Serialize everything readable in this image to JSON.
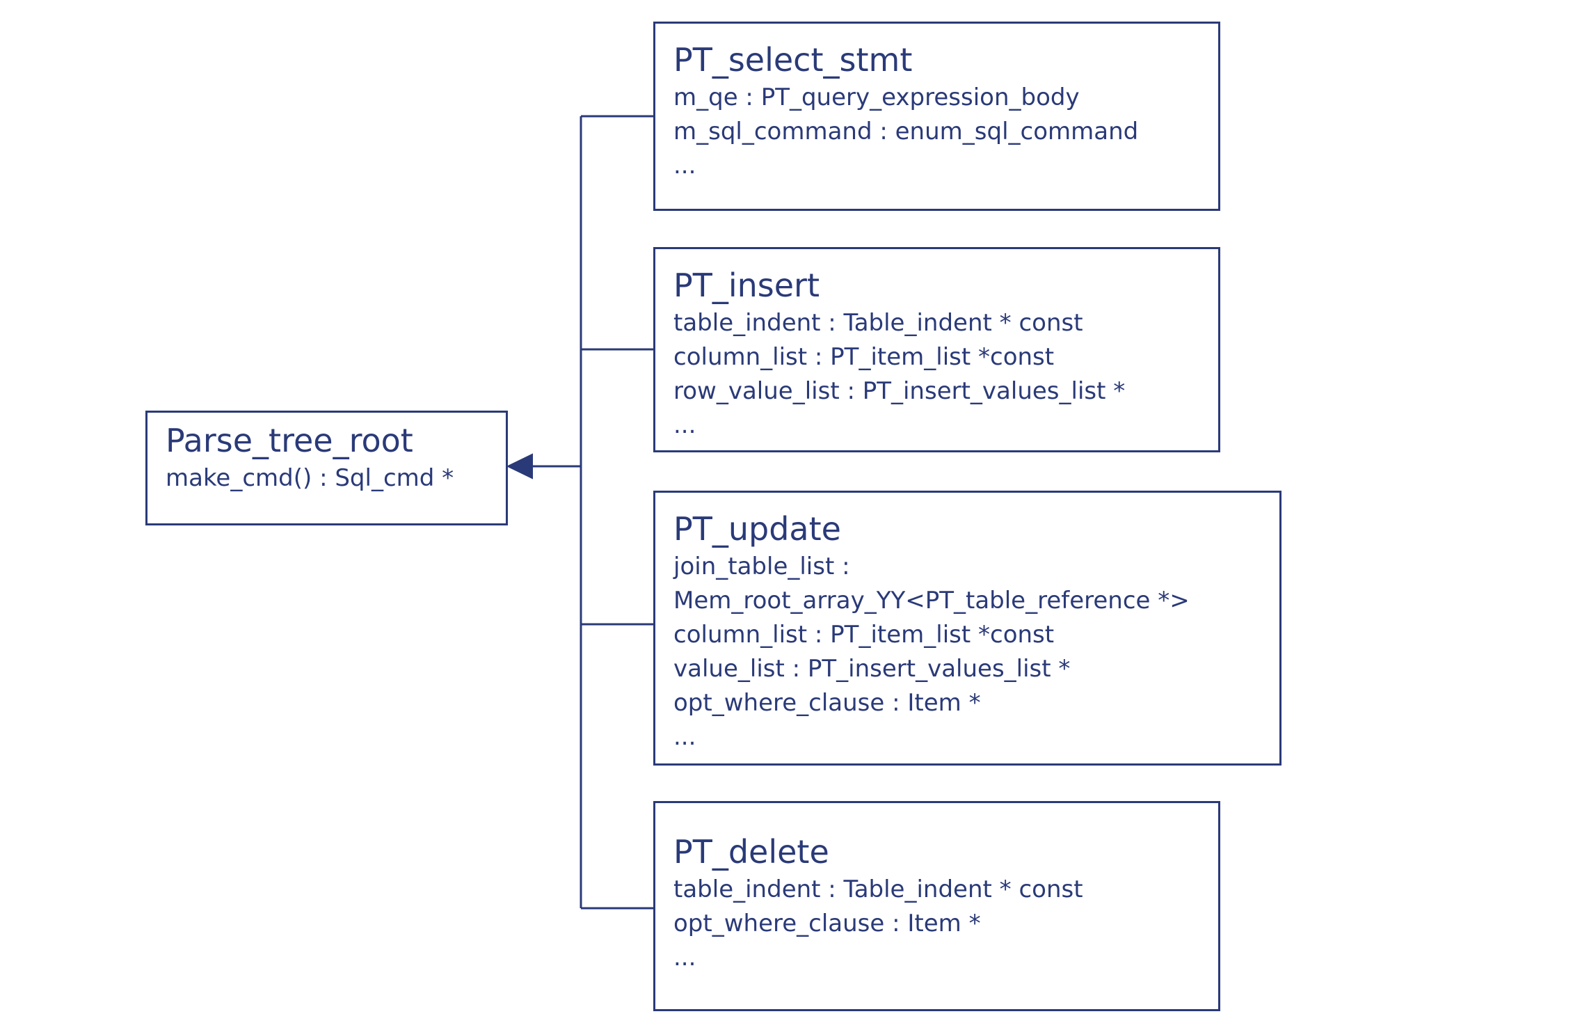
{
  "diagram": {
    "type": "uml-class-inheritance",
    "colors": {
      "stroke": "#2a3a78",
      "text": "#2a3a78",
      "background": "#ffffff"
    },
    "root": {
      "name": "Parse_tree_root",
      "attributes": [
        "make_cmd() : Sql_cmd *"
      ]
    },
    "children": [
      {
        "name": "PT_select_stmt",
        "attributes": [
          "m_qe : PT_query_expression_body",
          "m_sql_command : enum_sql_command",
          "..."
        ]
      },
      {
        "name": "PT_insert",
        "attributes": [
          "table_indent : Table_indent * const",
          "column_list : PT_item_list *const",
          "row_value_list : PT_insert_values_list *",
          "..."
        ]
      },
      {
        "name": "PT_update",
        "attributes": [
          "join_table_list :",
          "Mem_root_array_YY<PT_table_reference *>",
          "column_list : PT_item_list *const",
          "value_list : PT_insert_values_list *",
          "opt_where_clause : Item *",
          "..."
        ]
      },
      {
        "name": "PT_delete",
        "attributes": [
          "table_indent : Table_indent * const",
          "opt_where_clause : Item *",
          "..."
        ]
      }
    ],
    "edges": [
      {
        "from": "PT_select_stmt",
        "to": "Parse_tree_root",
        "kind": "generalization"
      },
      {
        "from": "PT_insert",
        "to": "Parse_tree_root",
        "kind": "generalization"
      },
      {
        "from": "PT_update",
        "to": "Parse_tree_root",
        "kind": "generalization"
      },
      {
        "from": "PT_delete",
        "to": "Parse_tree_root",
        "kind": "generalization"
      }
    ]
  }
}
